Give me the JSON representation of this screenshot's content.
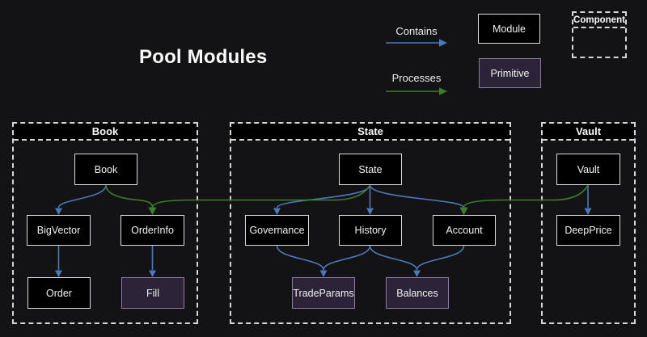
{
  "title": "Pool Modules",
  "legend": {
    "contains": "Contains",
    "processes": "Processes",
    "module": "Module",
    "primitive": "Primitive",
    "component": "Component"
  },
  "colors": {
    "background": "#131315",
    "node_fill": "#000000",
    "node_border": "#dcdcdc",
    "primitive_fill": "#2c2339",
    "primitive_border": "#8f76a3",
    "container_border": "#d6d6d6",
    "header_fill": "#000000",
    "contains_color": "#4d79b8",
    "processes_color": "#3f7d2c",
    "text_color": "#f2f2f2"
  },
  "containers": {
    "book": {
      "label": "Book",
      "nodes": {
        "book": "Book",
        "bigvector": "BigVector",
        "orderinfo": "OrderInfo",
        "order": "Order",
        "fill": "Fill"
      }
    },
    "state": {
      "label": "State",
      "nodes": {
        "state": "State",
        "governance": "Governance",
        "history": "History",
        "account": "Account",
        "tradeparams": "TradeParams",
        "balances": "Balances"
      }
    },
    "vault": {
      "label": "Vault",
      "nodes": {
        "vault": "Vault",
        "deepprice": "DeepPrice"
      }
    }
  },
  "edges": {
    "contains": [
      {
        "from": "Book",
        "to": "BigVector"
      },
      {
        "from": "BigVector",
        "to": "Order"
      },
      {
        "from": "OrderInfo",
        "to": "Fill"
      },
      {
        "from": "State",
        "to": "Governance"
      },
      {
        "from": "State",
        "to": "History"
      },
      {
        "from": "State",
        "to": "Account"
      },
      {
        "from": "Governance",
        "to": "TradeParams"
      },
      {
        "from": "History",
        "to": "TradeParams"
      },
      {
        "from": "History",
        "to": "Balances"
      },
      {
        "from": "Account",
        "to": "Balances"
      },
      {
        "from": "Vault",
        "to": "DeepPrice"
      }
    ],
    "processes": [
      {
        "from": "Book",
        "to": "OrderInfo"
      },
      {
        "from": "State",
        "to": "OrderInfo"
      },
      {
        "from": "Vault",
        "to": "Account"
      }
    ]
  }
}
